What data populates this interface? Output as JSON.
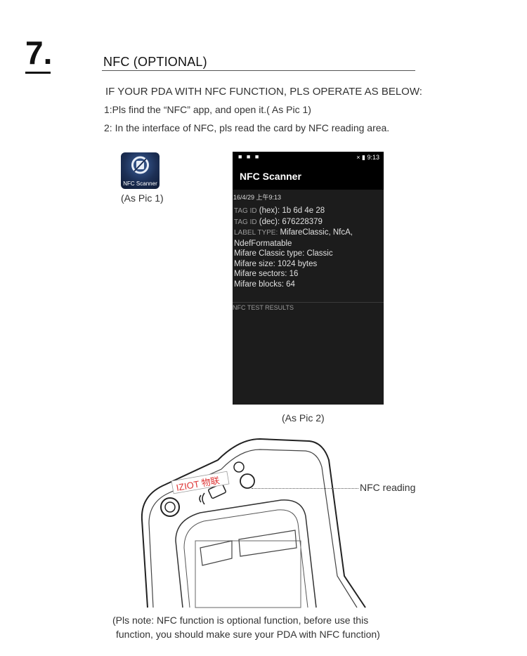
{
  "step": {
    "number": "7.",
    "title": "NFC (OPTIONAL)"
  },
  "instructions": {
    "heading": "IF YOUR PDA WITH NFC FUNCTION, PLS OPERATE AS BELOW:",
    "line1": "1:Pls find the “NFC” app, and open it.( As Pic 1)",
    "line2": "2: In the interface of NFC,  pls read the card by NFC reading area."
  },
  "pic1": {
    "app_label": "NFC Scanner",
    "caption": "(As Pic 1)",
    "icon": "nfc-app-icon"
  },
  "pic2": {
    "status_left": "■ ■ ■",
    "status_right": "× ▮ 9:13",
    "app_title": "NFC Scanner",
    "scan_time": "16/4/29 上午9:13",
    "tag_hex_label": "TAG ID",
    "tag_hex_value": " (hex): 1b 6d 4e 28",
    "tag_dec_label": "TAG ID",
    "tag_dec_value": " (dec): 676228379",
    "label_type_label": "LABEL TYPE:",
    "label_type_value": " MifareClassic, NfcA,",
    "label_type_value2": "NdefFormatable",
    "mifare_type": "Mifare Classic type: Classic",
    "mifare_size": "Mifare size: 1024 bytes",
    "mifare_sectors": "Mifare sectors: 16",
    "mifare_blocks": "Mifare blocks: 64",
    "results_label": "NFC TEST RESULTS",
    "caption": "(As Pic 2)"
  },
  "device": {
    "sticker": "IZIOT 物联",
    "nfc_reading": "NFC reading"
  },
  "note": {
    "line1": "(Pls note: NFC function is optional function, before use this",
    "line2": "function, you should make sure your PDA with NFC function)"
  }
}
